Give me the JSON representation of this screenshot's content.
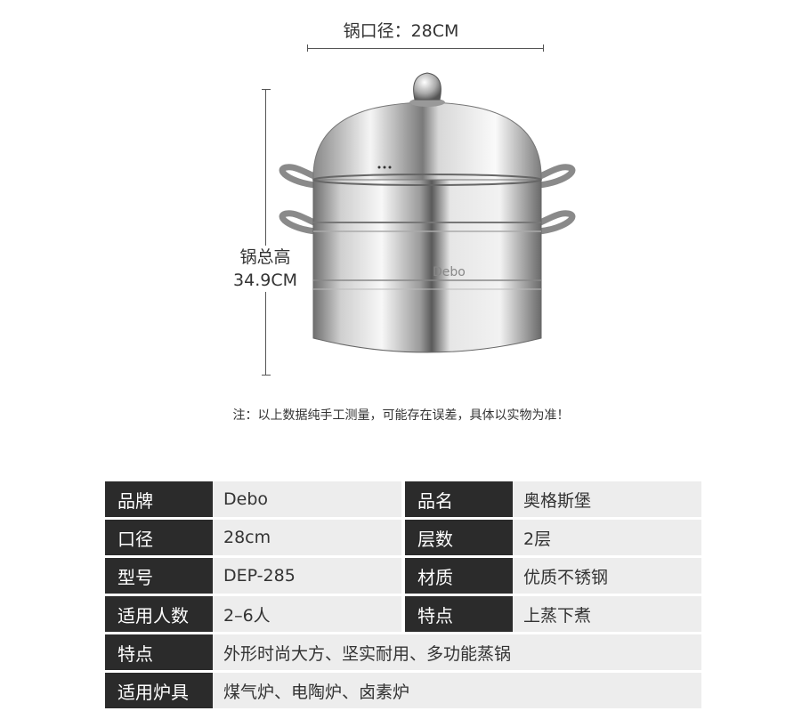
{
  "dimensions": {
    "diameter_label": "锅口径：28CM",
    "height_label_line1": "锅总高",
    "height_label_line2": "34.9CM"
  },
  "product": {
    "lid_brand_mark": "Debo",
    "body_brand_mark": "Debo"
  },
  "note": "注：以上数据纯手工测量，可能存在误差，具体以实物为准！",
  "specs": {
    "rows": [
      {
        "label1": "品牌",
        "value1": "Debo",
        "label2": "品名",
        "value2": "奥格斯堡"
      },
      {
        "label1": "口径",
        "value1": "28cm",
        "label2": "层数",
        "value2": "2层"
      },
      {
        "label1": "型号",
        "value1": "DEP-285",
        "label2": "材质",
        "value2": "优质不锈钢"
      },
      {
        "label1": "适用人数",
        "value1": "2–6人",
        "label2": "特点",
        "value2": "上蒸下煮"
      }
    ],
    "full_rows": [
      {
        "label": "特点",
        "value": "外形时尚大方、坚实耐用、多功能蒸锅"
      },
      {
        "label": "适用炉具",
        "value": "煤气炉、电陶炉、卤素炉"
      }
    ]
  },
  "colors": {
    "label_bg": "#2b2b2b",
    "value_bg": "#ededed",
    "text": "#333333"
  }
}
